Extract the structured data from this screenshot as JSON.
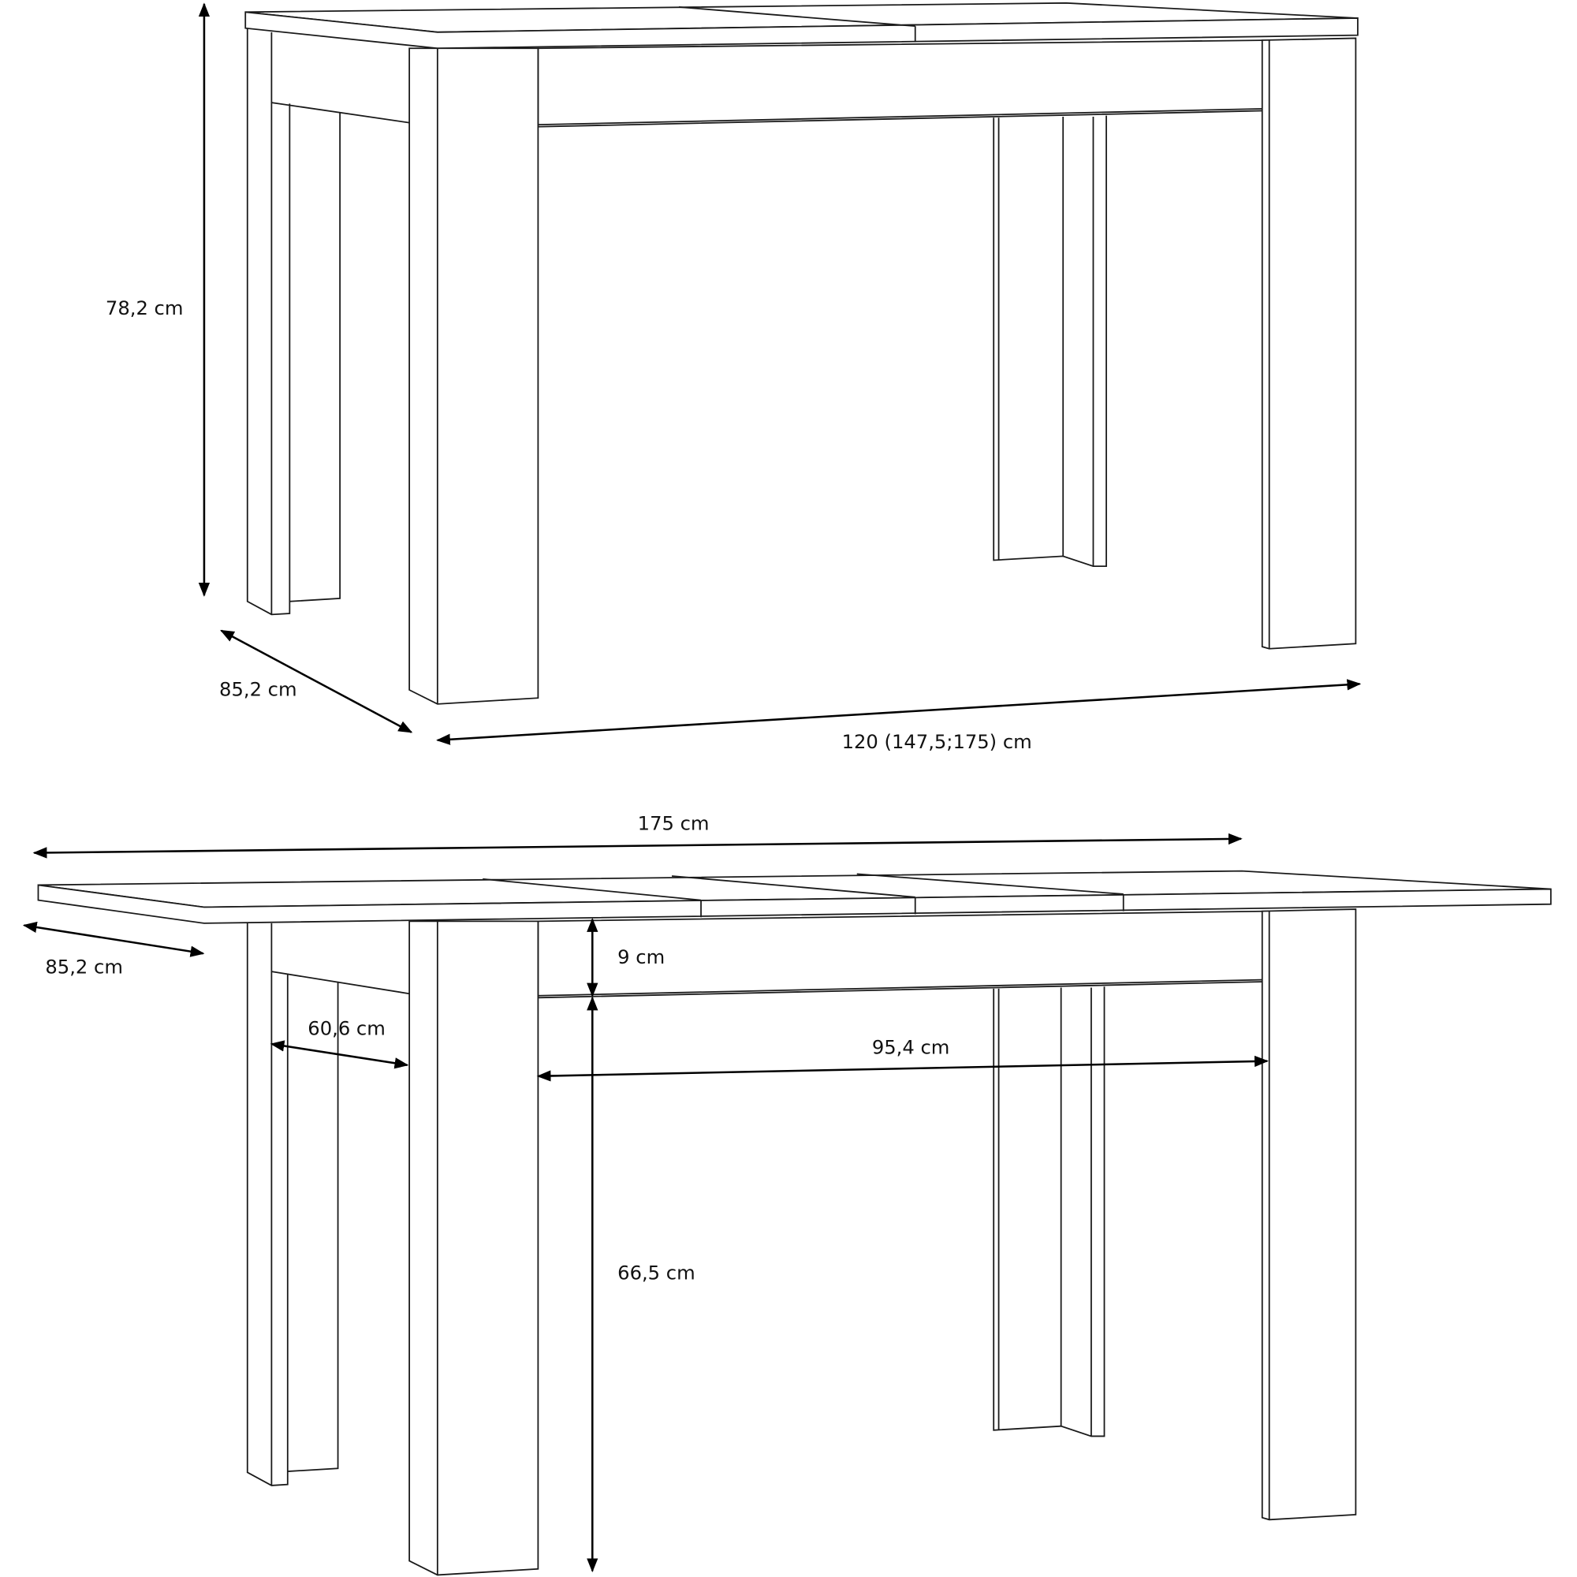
{
  "diagram": {
    "top_view": {
      "height_label": "78,2 cm",
      "depth_label": "85,2 cm",
      "width_label": "120 (147,5;175) cm"
    },
    "bottom_view": {
      "extended_width_label": "175 cm",
      "depth_label": "85,2 cm",
      "apron_height_label": "9 cm",
      "side_inner_label": "60,6 cm",
      "front_inner_label": "95,4 cm",
      "clearance_label": "66,5 cm"
    },
    "colors": {
      "line": "#1a1a1a",
      "background": "#ffffff"
    }
  }
}
